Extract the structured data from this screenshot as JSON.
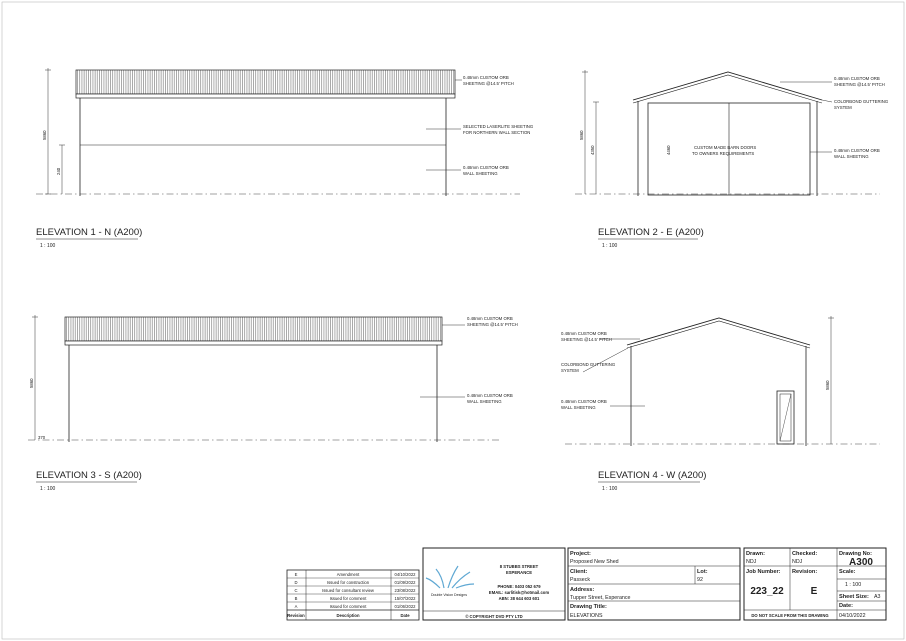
{
  "elevations": {
    "n": {
      "title": "ELEVATION 1 - N (A200)",
      "scale": "1 : 100",
      "notes": [
        "0.48mm CUSTOM ORB",
        "SHEETING @14.5' PITCH",
        "SELECTED LASERLITE SHEETING",
        "FOR NORTHERN WALL SECTION",
        "0.48mm CUSTOM ORB",
        "WALL SHEETING"
      ],
      "dims": [
        "5860",
        "240"
      ]
    },
    "e": {
      "title": "ELEVATION 2 - E (A200)",
      "scale": "1 : 100",
      "notes": [
        "0.48mm CUSTOM ORB",
        "SHEETING @14.5' PITCH",
        "COLORBOND GUTTERING",
        "SYSTEM",
        "CUSTOM MADE BARN DOORS",
        "TO OWNERS REQUIREMENTS",
        "0.48mm CUSTOM ORB",
        "WALL SHEETING"
      ],
      "dims": [
        "5860",
        "4350",
        "4460"
      ]
    },
    "s": {
      "title": "ELEVATION 3 - S (A200)",
      "scale": "1 : 100",
      "notes": [
        "0.48mm CUSTOM ORB",
        "SHEETING @14.5' PITCH",
        "0.48mm CUSTOM ORB",
        "WALL SHEETING"
      ],
      "dims": [
        "5860",
        "370"
      ]
    },
    "w": {
      "title": "ELEVATION 4 - W (A200)",
      "scale": "1 : 100",
      "notes": [
        "0.48mm CUSTOM ORB",
        "SHEETING @14.5' PITCH",
        "COLORBOND GUTTERING",
        "SYSTEM",
        "0.48mm CUSTOM ORB",
        "WALL SHEETING"
      ],
      "dims": [
        "5860"
      ]
    }
  },
  "revisions": {
    "headers": [
      "Revision",
      "Description",
      "Date"
    ],
    "rows": [
      [
        "E",
        "Amendment",
        "04/10/2022"
      ],
      [
        "D",
        "Issued for construction",
        "01/09/2022"
      ],
      [
        "C",
        "Issued for consultant review",
        "23/08/2022"
      ],
      [
        "B",
        "Issued for comment",
        "15/07/2022"
      ],
      [
        "A",
        "Issued for comment",
        "01/06/2022"
      ]
    ]
  },
  "company": {
    "logo_text": "Double Vision Designs",
    "address_1": "8 STUBBS STREET",
    "address_2": "ESPERANCE",
    "phone": "PHONE: 0403 052 679",
    "email": "EMAIL: sarlitisk@hotmail.com",
    "abn": "ABN: 38 644 603 601",
    "copyright": "© COPYRIGHT DVD PTY LTD"
  },
  "project": {
    "project_label": "Project:",
    "project_value": "Proposed New Shed",
    "client_label": "Client:",
    "client_value": "Passeck",
    "lot_label": "Lot:",
    "lot_value": "92",
    "address_label": "Address:",
    "address_value": "Tupper Street, Esperance",
    "drawing_title_label": "Drawing Title:",
    "drawing_title_value": "ELEVATIONS"
  },
  "info": {
    "drawn_label": "Drawn:",
    "drawn_value": "NDJ",
    "checked_label": "Checked:",
    "checked_value": "NDJ",
    "drawing_no_label": "Drawing No:",
    "drawing_no_value": "A300",
    "job_number_label": "Job Number:",
    "job_number_value": "223_22",
    "revision_label": "Revision:",
    "revision_value": "E",
    "scale_label": "Scale:",
    "scale_value": "1 : 100",
    "sheet_size_label": "Sheet Size:",
    "sheet_size_value": "A3",
    "date_label": "Date:",
    "date_value": "04/10/2022",
    "disclaimer": "DO NOT SCALE FROM THIS DRAWING"
  },
  "colors": {
    "line": "#222222",
    "ground": "#444444",
    "logo": "#5fa8d3"
  }
}
